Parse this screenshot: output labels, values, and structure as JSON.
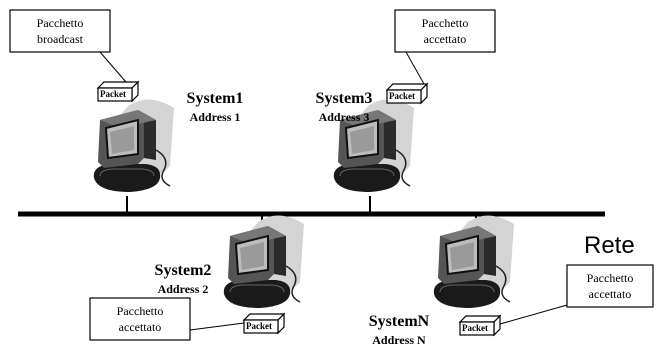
{
  "network": {
    "label": "Rete"
  },
  "systems": [
    {
      "name": "System1",
      "address": "Address 1"
    },
    {
      "name": "System3",
      "address": "Address 3"
    },
    {
      "name": "System2",
      "address": "Address 2"
    },
    {
      "name": "SystemN",
      "address": "Address N"
    }
  ],
  "packet": {
    "label": "Packet"
  },
  "callouts": {
    "broadcast": {
      "line1": "Pacchetto",
      "line2": "broadcast"
    },
    "accepted": {
      "line1": "Pacchetto",
      "line2": "accettato"
    }
  }
}
